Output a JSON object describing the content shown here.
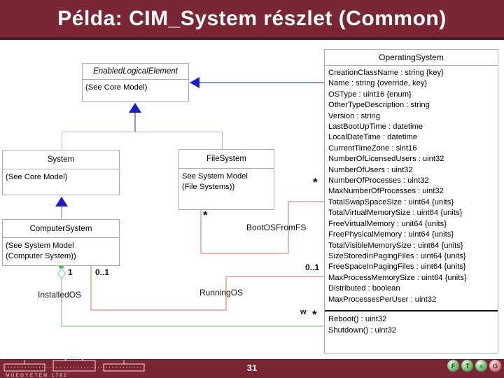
{
  "slide": {
    "title": "Példa: CIM_System részlet (Common)",
    "page_number": "31",
    "logo_caption": "MŰEGYETEM 1782"
  },
  "diagram": {
    "classes": {
      "enabled_logical_element": {
        "name": "EnabledLogicalElement",
        "body": [
          "(See Core Model)"
        ]
      },
      "system": {
        "name": "System",
        "body": [
          "(See Core Model)"
        ]
      },
      "file_system": {
        "name": "FileSystem",
        "body": [
          "See System Model",
          "(File Systems))"
        ]
      },
      "computer_system": {
        "name": "ComputerSystem",
        "body": [
          "(See System Model",
          "(Computer System))"
        ]
      },
      "operating_system": {
        "name": "OperatingSystem",
        "attributes": [
          "CreationClassName : string {key}",
          "Name : string {override, key}",
          "OSType : uint16 {enum}",
          "OtherTypeDescription : string",
          "Version : string",
          "LastBootUpTime : datetime",
          "LocalDateTime : datetime",
          "CurrentTimeZone : sint16",
          "NumberOfLicensedUsers : uint32",
          "NumberOfUsers : uint32",
          "NumberOfProcesses : uint32",
          "MaxNumberOfProcesses : uint32",
          "TotalSwapSpaceSize : uint64 {units}",
          "TotalVirtualMemorySize : uint64 {units}",
          "FreeVirtualMemory : unit64 {units}",
          "FreePhysicalMemory : uint64 {units}",
          "TotalVisibleMemorySize : uint64 {units}",
          "SizeStoredInPagingFiles : uint64 {units}",
          "FreeSpaceInPagingFiles : uint64 {units}",
          "MaxProcessMemorySize : uint64 {units}",
          "Distributed : boolean",
          "MaxProcessesPerUser : uint32"
        ],
        "methods": [
          "Reboot() : uint32",
          "Shutdown() : uint32"
        ]
      }
    },
    "associations": {
      "installed_os": {
        "label": "InstalledOS",
        "mult_source": "1",
        "mult_target_w": "w",
        "mult_target_star": "*"
      },
      "running_os": {
        "label": "RunningOS",
        "mult_source": "0..1",
        "mult_target": "0..1"
      },
      "boot_os_from_fs": {
        "label": "BootOSFromFS",
        "mult_source": "*",
        "mult_target": "*"
      }
    }
  },
  "footer_nav": {
    "icons": [
      "F",
      "T",
      "≡",
      "G"
    ]
  },
  "colors": {
    "banner": "#7a2635",
    "generalization_blue": "#1b1bd0",
    "association_salmon": "#ecb6ac",
    "aggregation_green": "#b9dcb9"
  }
}
